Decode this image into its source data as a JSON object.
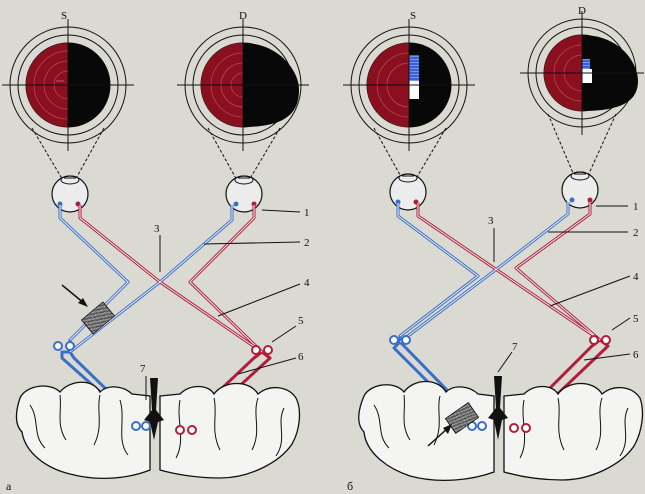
{
  "eye_labels": {
    "left": "S",
    "right": "D"
  },
  "numbers": [
    "1",
    "2",
    "3",
    "4",
    "5",
    "6",
    "7"
  ],
  "panels": {
    "left": "а",
    "right": "б"
  },
  "colors": {
    "left_pathway": "#3a6fc8",
    "right_pathway": "#b01e3a",
    "field_red": "#8a1020",
    "field_black": "#080808",
    "lesion_blue": "#3a62d8",
    "background": "#dcdcd6"
  },
  "icons": [
    "visual-field-chart-icon",
    "eye-icon",
    "lesion-hatch-icon",
    "lesion-pointer-arrow-icon",
    "brain-hemisphere-icon"
  ]
}
